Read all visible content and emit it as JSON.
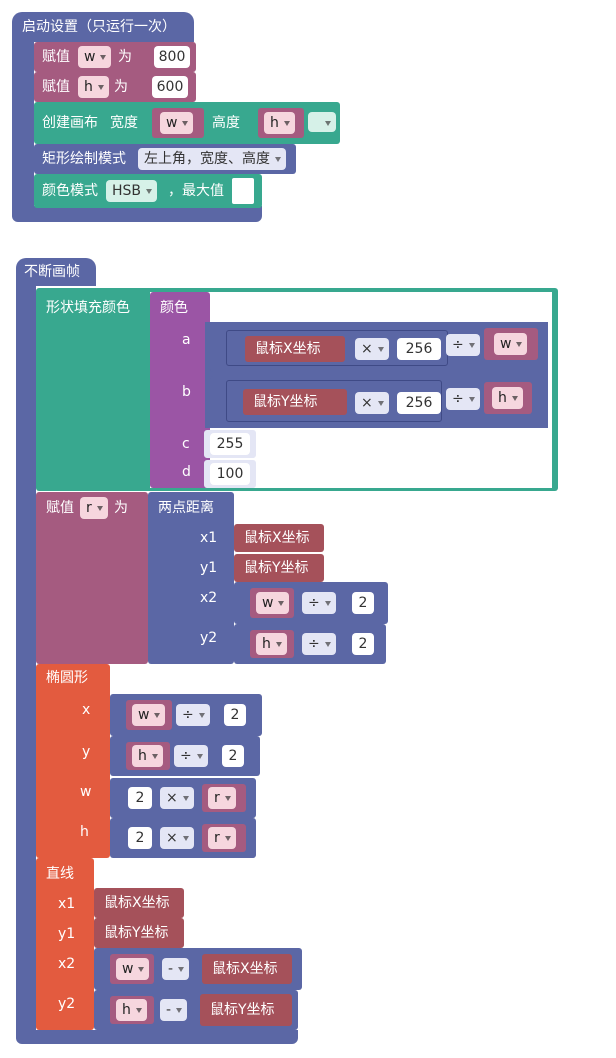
{
  "setup": {
    "hat_label": "启动设置（只运行一次）",
    "assign_label": "赋值",
    "to_label": "为",
    "assign_w": {
      "var": "w",
      "value": "800"
    },
    "assign_h": {
      "var": "h",
      "value": "600"
    },
    "create_canvas_label": "创建画布",
    "width_label": "宽度",
    "height_label": "高度",
    "canvas_width_var": "w",
    "canvas_height_var": "h",
    "rect_mode_label": "矩形绘制模式",
    "rect_mode_value": "左上角，宽度、高度",
    "color_mode_label": "颜色模式",
    "color_mode_value": "HSB",
    "max_label": "，最大值"
  },
  "draw": {
    "hat_label": "不断画帧",
    "fill_label": "形状填充颜色",
    "color_label": "颜色",
    "a_label": "a",
    "b_label": "b",
    "c_label": "c",
    "d_label": "d",
    "mouse_x": "鼠标X坐标",
    "mouse_y": "鼠标Y坐标",
    "times_op": "×",
    "divide_op": "÷",
    "minus_op": "-",
    "num_256": "256",
    "var_w": "w",
    "var_h": "h",
    "var_r": "r",
    "c_value": "255",
    "d_value": "100",
    "assign_label": "赋值",
    "to_label": "为",
    "dist_label": "两点距离",
    "x1_label": "x1",
    "y1_label": "y1",
    "x2_label": "x2",
    "y2_label": "y2",
    "num_2": "2",
    "ellipse_label": "椭圆形",
    "x_label": "x",
    "y_label": "y",
    "w_label": "w",
    "h_label": "h",
    "line_label": "直线"
  },
  "colors": {
    "setup_purple": "#5b67a5",
    "variable": "#a55b80",
    "canvas_teal": "#38a88f",
    "color_purple": "#9b55a5",
    "math_blue": "#5b67a5",
    "shape_red": "#e35b3f",
    "mouse_brown": "#a5515a"
  }
}
